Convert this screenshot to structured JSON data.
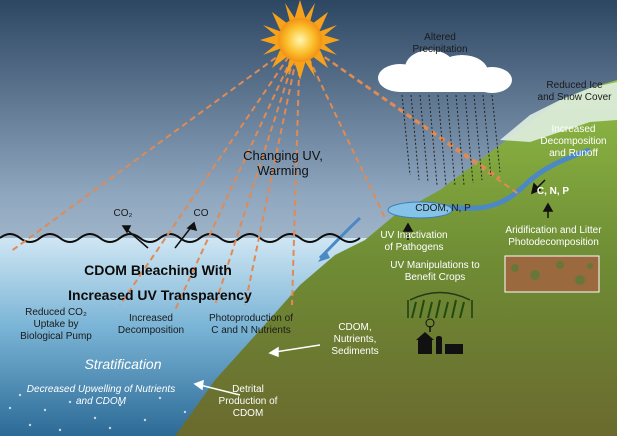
{
  "labels": {
    "altered_precipitation": "Altered\nPrecipitation",
    "reduced_ice": "Reduced Ice\nand Snow Cover",
    "increased_decomposition_runoff": "Increased\nDecomposition\nand Runoff",
    "cnp": "C, N, P",
    "changing_uv": "Changing UV,\nWarming",
    "co2": "CO₂",
    "co": "CO",
    "cdom_np": "CDOM, N, P",
    "uv_inactivation": "UV Inactivation\nof Pathogens",
    "aridification": "Aridification and Litter\nPhotodecomposition",
    "uv_manipulations": "UV Manipulations to\nBenefit Crops",
    "cdom_bleaching_1": "CDOM Bleaching With",
    "cdom_bleaching_2": "Increased UV Transparency",
    "reduced_co2": "Reduced CO₂\nUptake by\nBiological Pump",
    "increased_decomposition": "Increased\nDecomposition",
    "photoproduction": "Photoproduction of\nC and N Nutrients",
    "cdom_nutrients": "CDOM,\nNutrients,\nSediments",
    "stratification": "Stratification",
    "decreased_upwelling": "Decreased Upwelling of Nutrients\nand CDOM",
    "detrital": "Detrital\nProduction of\nCDOM"
  },
  "colors": {
    "sky": "#2e4a66",
    "water": "#7fb6d6",
    "land": "#7a9a3a",
    "sun": "#f7a21b",
    "rays": "#e08a55"
  }
}
